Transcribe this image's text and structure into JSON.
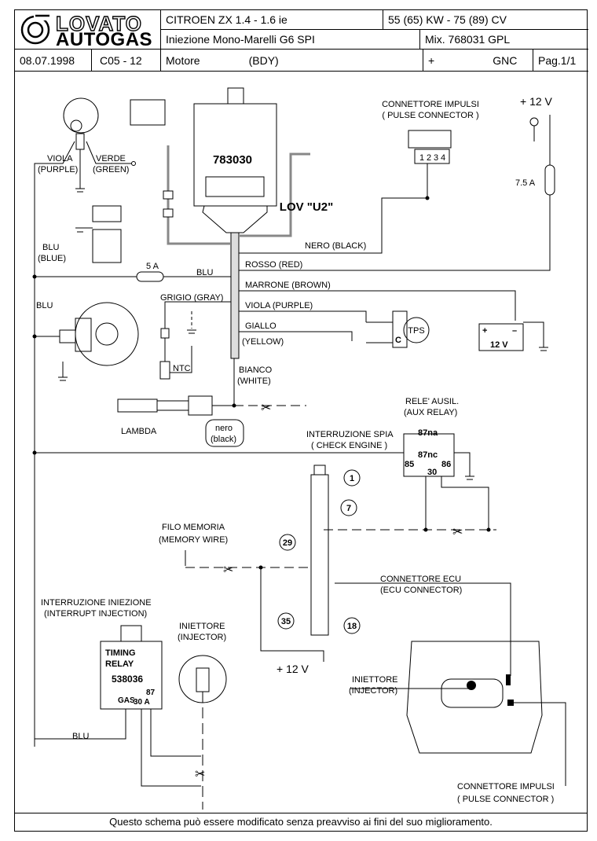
{
  "header": {
    "brand_top": "LOVATO",
    "brand_bottom": "AUTOGAS",
    "vehicle": "CITROEN  ZX  1.4 - 1.6  ie",
    "power": "55 (65)  KW - 75 (89)  CV",
    "injection": "Iniezione  Mono-Marelli  G6   SPI",
    "mix": "Mix. 768031  GPL",
    "date": "08.07.1998",
    "code": "C05 - 12",
    "engine_label": "Motore",
    "engine_code": "(BDY)",
    "plus": "+",
    "fuel2": "GNC",
    "page": "Pag.1/1"
  },
  "diagram": {
    "ecu_name": "LOV \"U2\"",
    "ecu_code": "783030",
    "pulse_conn_top": "CONNETTORE IMPULSI",
    "pulse_conn_top_en": "( PULSE CONNECTOR )",
    "pins": [
      "1",
      "2",
      "3",
      "4"
    ],
    "plus12_top": "+ 12 V",
    "fuse_75": "7.5 A",
    "viola": "VIOLA",
    "purple": "(PURPLE)",
    "verde": "VERDE",
    "green": "(GREEN)",
    "blu_blue1": "BLU",
    "blu_blue2": "(BLUE)",
    "nero_black": "NERO (BLACK)",
    "rosso_red": "ROSSO (RED)",
    "fuse_5": "5 A",
    "blu_wire": "BLU",
    "marrone_brown": "MARRONE (BROWN)",
    "grigio_gray": "GRIGIO (GRAY)",
    "viola_purple": "VIOLA (PURPLE)",
    "blu_left": "BLU",
    "giallo": "GIALLO",
    "yellow": "(YELLOW)",
    "tps": "TPS",
    "tps_c": "C",
    "ntc": "NTC",
    "bianco": "BIANCO",
    "white": "(WHITE)",
    "battery_plus": "+",
    "battery_minus": "–",
    "battery_v": "12 V",
    "lambda": "LAMBDA",
    "nero_small": "nero",
    "black_small": "(black)",
    "rele_ausil": "RELE' AUSIL.",
    "aux_relay": "(AUX RELAY)",
    "interruzione_spia": "INTERRUZIONE SPIA",
    "check_engine": "( CHECK ENGINE )",
    "r87na": "87na",
    "r87nc": "87nc",
    "r85": "85",
    "r30": "30",
    "r86": "86",
    "pin1": "1",
    "pin7": "7",
    "pin29": "29",
    "pin35": "35",
    "pin18": "18",
    "filo_memoria": "FILO MEMORIA",
    "memory_wire": "(MEMORY WIRE)",
    "connettore_ecu": "CONNETTORE ECU",
    "ecu_connector": "(ECU CONNECTOR)",
    "interruzione_iniezione": "INTERRUZIONE INIEZIONE",
    "interrupt_injection": "(INTERRUPT INJECTION)",
    "iniettore_top": "INIETTORE",
    "injector_top": "(INJECTOR)",
    "timing1": "TIMING",
    "timing2": "RELAY",
    "timing_code": "538036",
    "t_gas": "GAS",
    "t_87": "87",
    "t_30a": "30  A",
    "plus12_bottom": "+ 12 V",
    "iniettore_right": "INIETTORE",
    "injector_right": "(INJECTOR)",
    "blu_bottom": "BLU",
    "pulse_conn_bottom": "CONNETTORE IMPULSI",
    "pulse_conn_bottom_en": "( PULSE CONNECTOR )"
  },
  "footer": {
    "note": "Questo schema può essere modificato senza preavviso ai fini del suo miglioramento."
  }
}
